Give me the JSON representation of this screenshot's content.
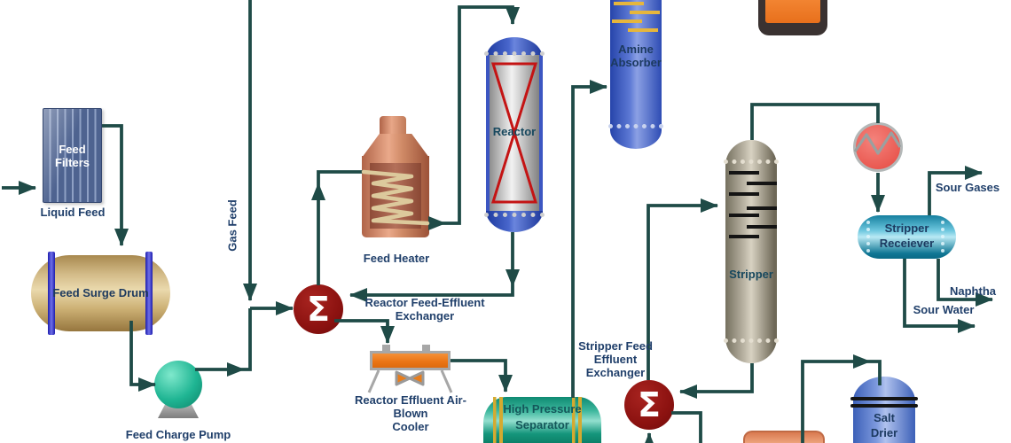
{
  "diagram_type": "process-flow-diagram",
  "labels": {
    "feed_filters": "Feed\nFilters",
    "liquid_feed": "Liquid Feed",
    "gas_feed": "Gas Feed",
    "feed_surge_drum": "Feed Surge Drum",
    "feed_charge_pump": "Feed Charge Pump",
    "feed_heater": "Feed Heater",
    "reactor": "Reactor",
    "reactor_feed_effluent_exchanger": "Reactor Feed-Effluent\nExchanger",
    "reactor_effluent_air_blown_cooler": "Reactor Effluent Air-Blown\nCooler",
    "high_pressure_separator": "High Pressure\nSeparator",
    "amine_absorber": "Amine\nAbsorber",
    "stripper": "Stripper",
    "stripper_feed_effluent_exchanger": "Stripper Feed\nEffluent\nExchanger",
    "stripper_receiver": "Stripper\nReceiever",
    "salt_drier": "Salt\nDrier",
    "sour_gases": "Sour Gases",
    "naphtha": "Naphtha",
    "sour_water": "Sour Water",
    "exchanger_symbol": "Σ"
  },
  "colors": {
    "pipe": "#1f4b47",
    "label_navy": "#21406b",
    "filter_blue": "#4e6390",
    "drum_tan": "#d3bb88",
    "pump_teal": "#1fb593",
    "exchanger_red": "#8c1210",
    "heater_copper": "#cd8a6b",
    "reactor_blue": "#3c56c2",
    "absorber_blue": "#5c78d4",
    "cooler_orange": "#ea7414",
    "separator_teal": "#15967c",
    "stripper_gray": "#b8b2a2",
    "condenser_red": "#ea5a52",
    "receiver_teal": "#2598bb",
    "drier_blue": "#7e9ade",
    "tray_yellow": "#e6b63c"
  }
}
